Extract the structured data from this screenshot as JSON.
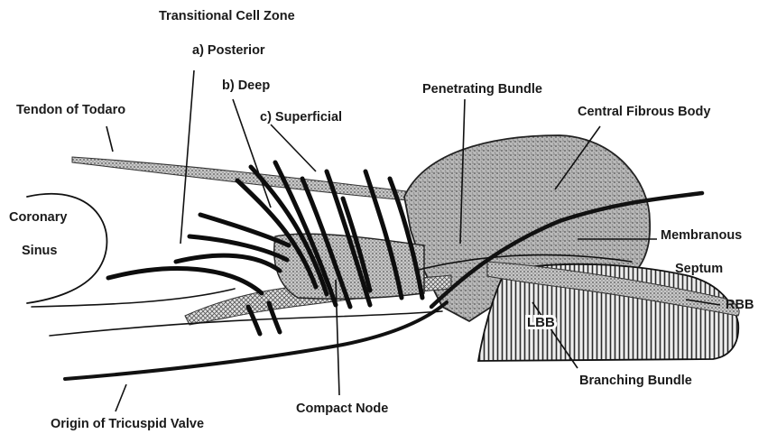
{
  "labels": {
    "transitional_cell_zone": "Transitional Cell Zone",
    "posterior": "a) Posterior",
    "deep": "b) Deep",
    "superficial": "c) Superficial",
    "tendon_of_todaro": "Tendon of Todaro",
    "coronary": "Coronary",
    "sinus": "Sinus",
    "penetrating_bundle": "Penetrating Bundle",
    "central_fibrous_body": "Central Fibrous Body",
    "membranous": "Membranous",
    "septum": "Septum",
    "rbb": "RBB",
    "lbb": "LBB",
    "branching_bundle": "Branching Bundle",
    "compact_node": "Compact Node",
    "origin_of_tricuspid_valve": "Origin of Tricuspid Valve"
  }
}
